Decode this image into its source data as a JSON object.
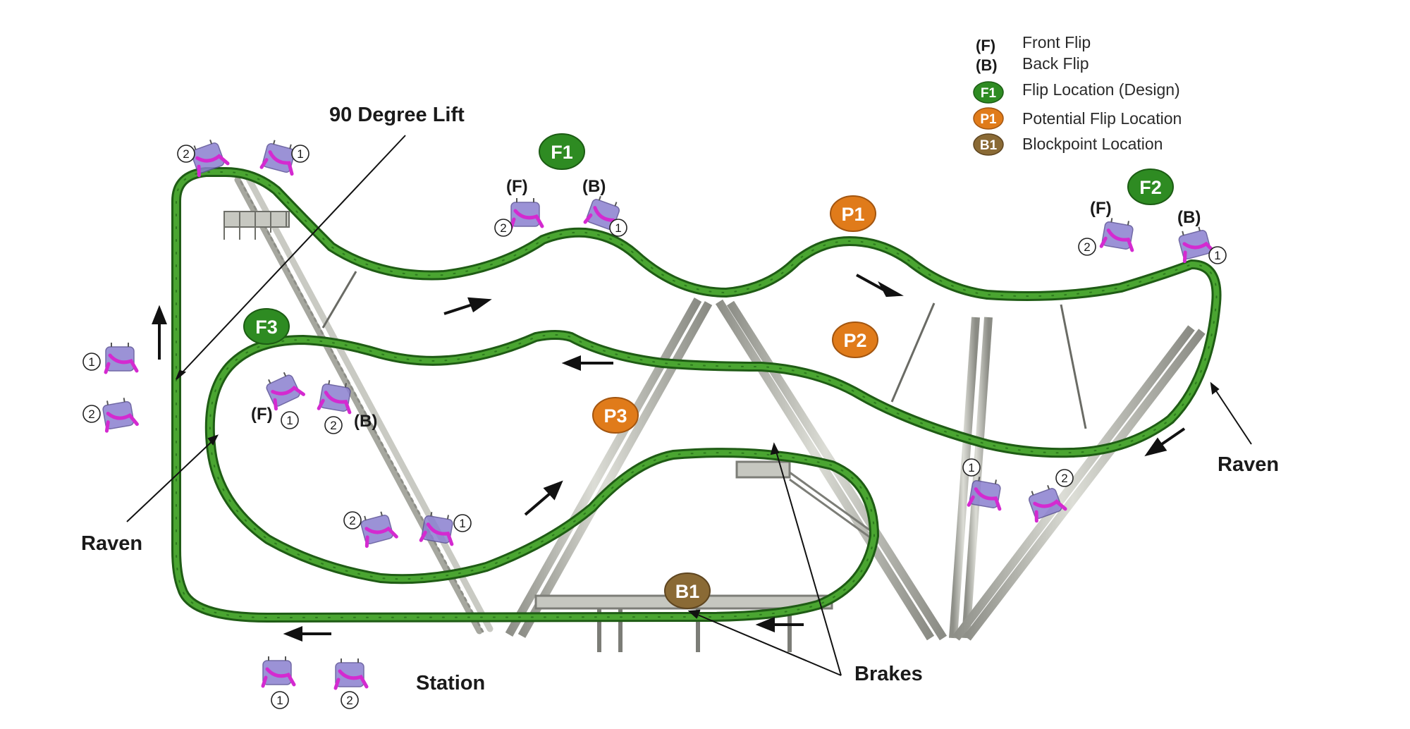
{
  "legend": {
    "items": [
      {
        "key": "(F)",
        "text": "Front Flip"
      },
      {
        "key": "(B)",
        "text": "Back Flip"
      },
      {
        "key": "F1",
        "text": "Flip Location (Design)",
        "color": "#2e8b22"
      },
      {
        "key": "P1",
        "text": "Potential Flip Location",
        "color": "#e07b1a"
      },
      {
        "key": "B1",
        "text": "Blockpoint Location",
        "color": "#8a6a35"
      }
    ]
  },
  "labels": {
    "lift": "90 Degree Lift",
    "raven_left": "Raven",
    "raven_right": "Raven",
    "station": "Station",
    "brakes": "Brakes"
  },
  "markers": {
    "f1": "F1",
    "f2": "F2",
    "f3": "F3",
    "p1": "P1",
    "p2": "P2",
    "p3": "P3",
    "b1": "B1"
  },
  "flip_tags": {
    "front": "(F)",
    "back": "(B)"
  },
  "car_numbers": {
    "one": "1",
    "two": "2"
  },
  "colors": {
    "track": "#3c8f25",
    "track_dark": "#24601a",
    "support": "#b9bab2",
    "flip_design": "#2e8b22",
    "potential": "#e07b1a",
    "blockpoint": "#8a6a35",
    "car_body": "#8a7fd0",
    "car_seat": "#d42ad0"
  }
}
